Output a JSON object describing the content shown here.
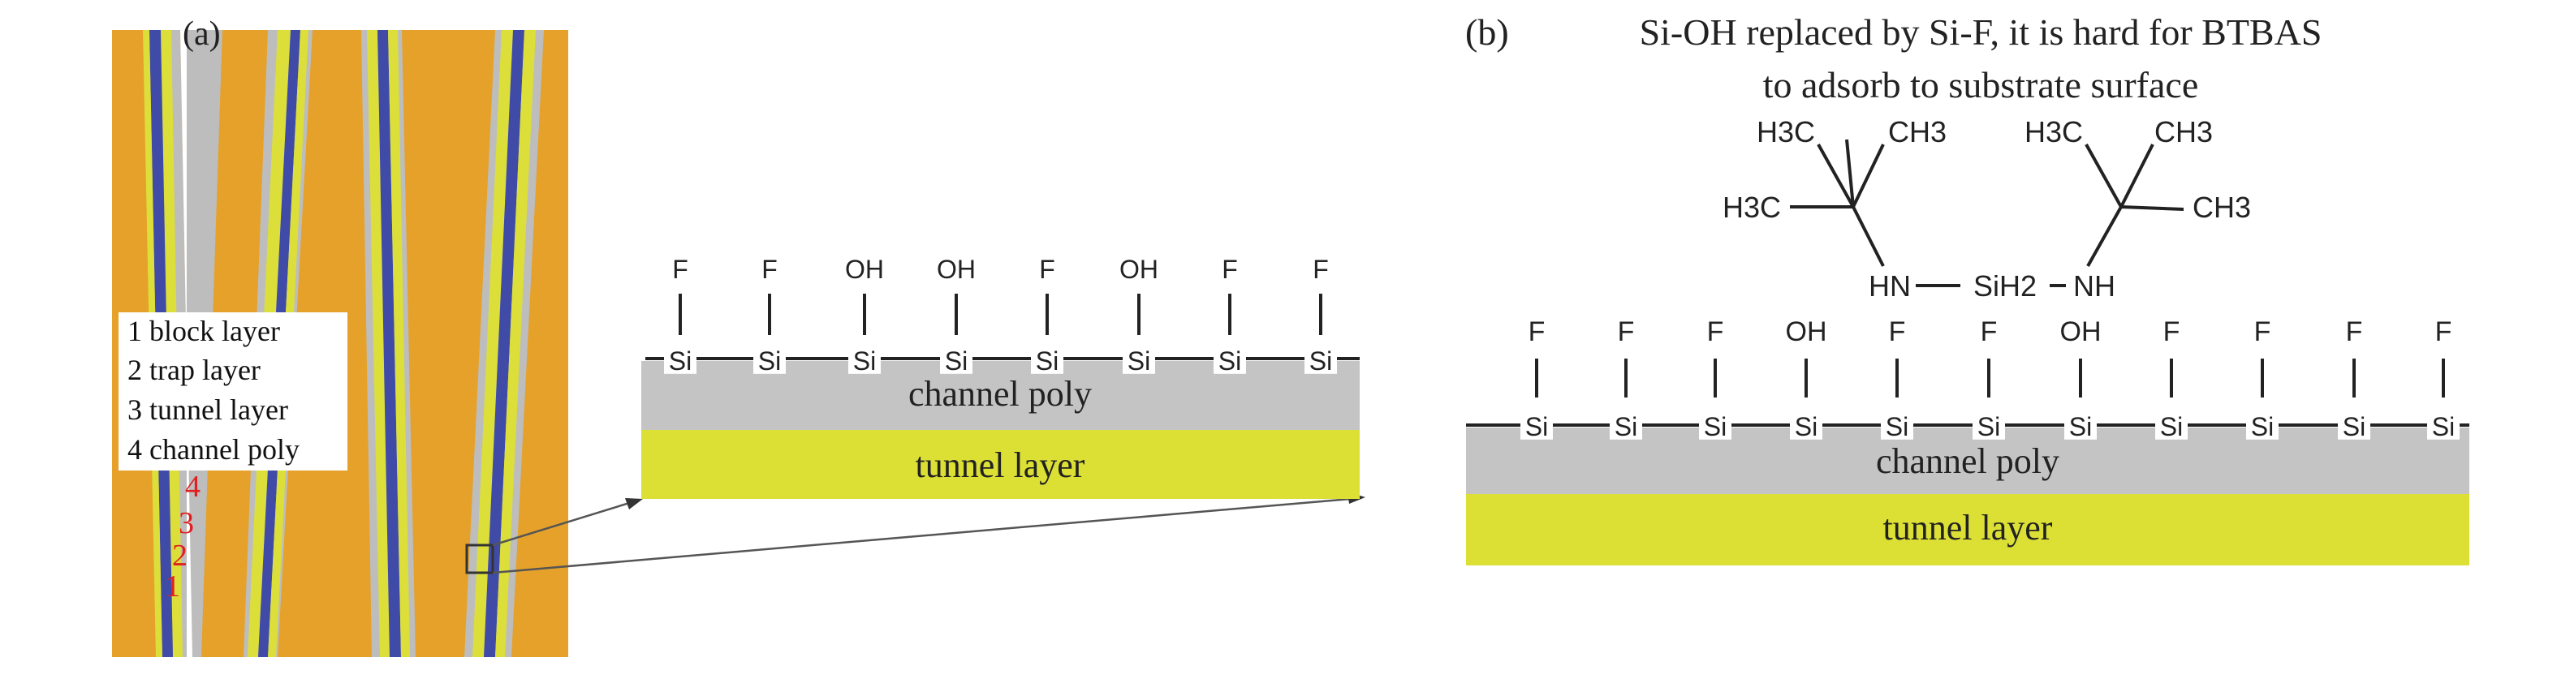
{
  "panel_a": {
    "label": "(a)",
    "legend": [
      "1 block layer",
      "2 trap layer",
      "3 tunnel layer",
      "4 channel poly"
    ],
    "layer_numbers": [
      "4",
      "3",
      "2",
      "1"
    ],
    "zoom": {
      "top_groups": [
        "F",
        "F",
        "OH",
        "OH",
        "F",
        "OH",
        "F",
        "F"
      ],
      "si_label": "Si",
      "channel_label": "channel poly",
      "tunnel_label": "tunnel layer"
    }
  },
  "panel_b": {
    "label": "(b)",
    "title_line1": "Si-OH replaced by Si-F, it is hard for BTBAS",
    "title_line2": "to adsorb to substrate surface",
    "molecule": {
      "h3c_left_top": "H3C",
      "ch3_left_top": "CH3",
      "h3c_left_mid": "H3C",
      "h3c_right_top": "H3C",
      "ch3_right_top": "CH3",
      "ch3_right_mid": "CH3",
      "hn": "HN",
      "sih2": "SiH2",
      "nh": "NH"
    },
    "surface_groups": [
      "F",
      "F",
      "F",
      "OH",
      "F",
      "F",
      "OH",
      "F",
      "F",
      "F",
      "F"
    ],
    "si_label": "Si",
    "channel_label": "channel poly",
    "tunnel_label": "tunnel layer"
  },
  "colors": {
    "orange": "#E5A12A",
    "gray": "#BDBDBD",
    "yellow": "#DCDF3A",
    "blue": "#3F4BA7",
    "red": "#E02020",
    "channel_gray": "#C4C4C4",
    "tunnel_yellow": "#DCE035"
  }
}
